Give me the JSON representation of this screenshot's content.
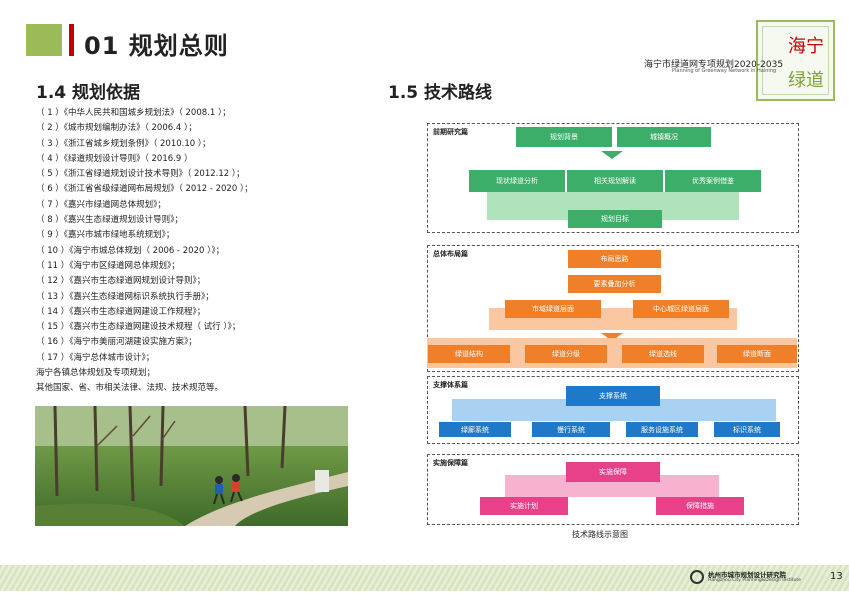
{
  "header": {
    "page_title": "01 规划总则",
    "logo_line1": "海宁",
    "logo_line2": "绿道",
    "doc_title": "海宁市绿道网专项规划2020-2035",
    "doc_subtitle": "Planning of Greenway Network in Haining"
  },
  "basis": {
    "heading": "1.4 规划依据",
    "items": [
      "（ 1 ）《中华人民共和国城乡规划法》（ 2008.1 ）；",
      "（ 2 ）《城市规划编制办法》（ 2006.4 ）；",
      "（ 3 ）《浙江省城乡规划条例》（ 2010.10 ）；",
      "（ 4 ）《绿道规划设计导则》（ 2016.9 ）",
      "（ 5 ）《浙江省绿道规划设计技术导则》（ 2012.12 ）；",
      "（ 6 ）《浙江省省级绿道网布局规划》（ 2012 - 2020 ）；",
      "（ 7 ）《嘉兴市绿道网总体规划》；",
      "（ 8 ）《嘉兴生态绿道规划设计导则》；",
      "（ 9 ）《嘉兴市城市绿地系统规划》；",
      "（ 10 ）《海宁市城总体规划（ 2006 - 2020 ）》；",
      "（ 11 ）《海宁市区绿道网总体规划》；",
      "（ 12 ）《嘉兴市生态绿道网规划设计导则》；",
      "（ 13 ）《嘉兴生态绿道网标识系统执行手册》；",
      "（ 14 ）《嘉兴市生态绿道网建设工作规程》；",
      "（ 15 ）《嘉兴市生态绿道网建设技术规程（ 试行 ）》；",
      "（ 16 ）《海宁市美丽河湖建设实施方案》；",
      "（ 17 ）《海宁总体城市设计》；",
      "海宁各镇总体规划及专项规划；",
      "其他国家、省、市相关法律、法规、技术规范等。"
    ]
  },
  "route": {
    "heading": "1.5 技术路线",
    "caption": "技术路线示意图",
    "s1": {
      "label": "前期研究篇",
      "top1": "规划背景",
      "top2": "城镇概况",
      "mid1": "现状绿道分析",
      "mid2": "相关规划解读",
      "mid3": "优秀案例借鉴",
      "goal": "规划目标"
    },
    "s2": {
      "label": "总体布局篇",
      "b1": "布局思路",
      "b2": "要素叠加分析",
      "m1": "市域绿道层面",
      "m2": "中心城区绿道层面",
      "r1": "绿道结构",
      "r2": "绿道分级",
      "r3": "绿道选线",
      "r4": "绿道断面"
    },
    "s3": {
      "label": "支撑体系篇",
      "top": "支撑系统",
      "r1": "绿廊系统",
      "r2": "慢行系统",
      "r3": "服务设施系统",
      "r4": "标识系统"
    },
    "s4": {
      "label": "实施保障篇",
      "top": "实施保障",
      "b1": "实施计划",
      "b2": "保障措施"
    }
  },
  "footer": {
    "org": "杭州市城市规划设计研究院",
    "org_en": "Hangzhou City Planning&Design Institute",
    "page": "13"
  },
  "colors": {
    "accent_green": "#9bbb59",
    "accent_red": "#c00000",
    "flow_green": "#3dae6a",
    "flow_orange": "#f07f2a",
    "flow_blue": "#1f78c8",
    "flow_pink": "#e8418a"
  }
}
